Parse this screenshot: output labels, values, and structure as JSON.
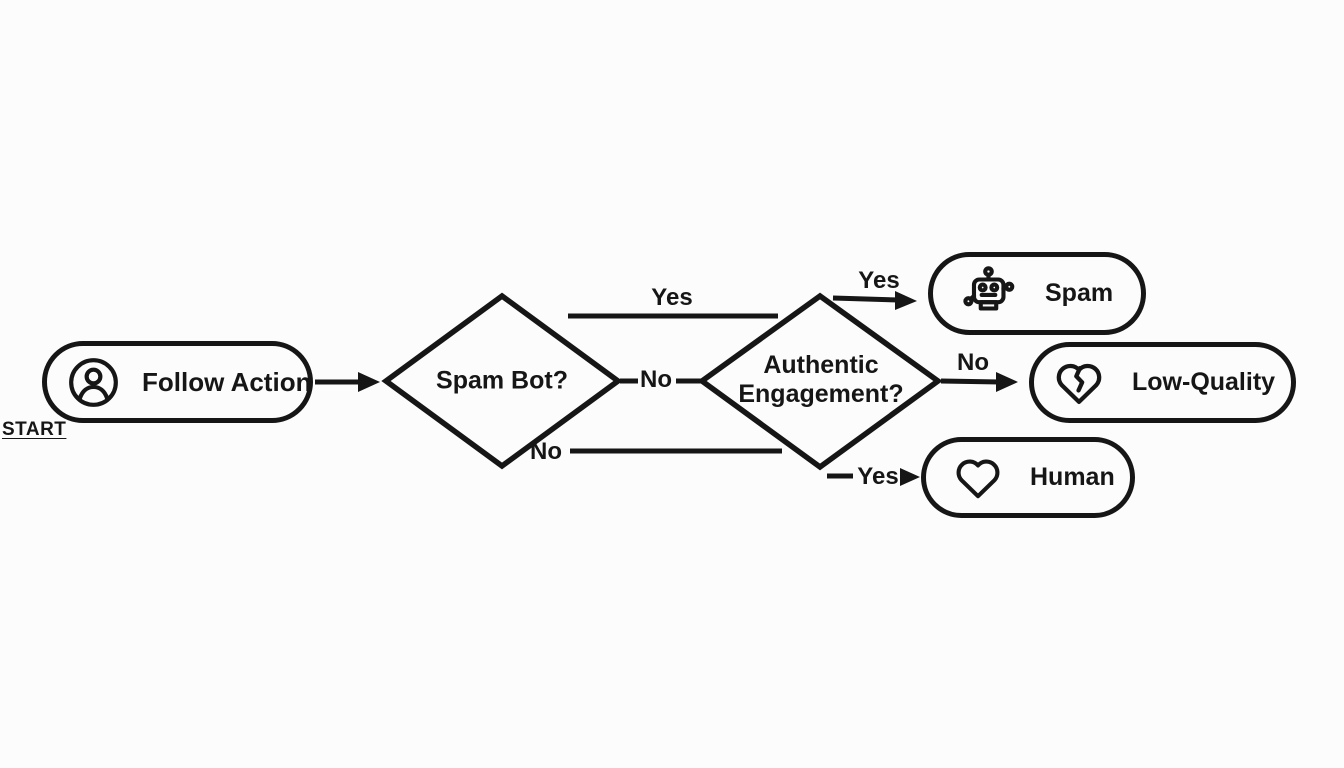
{
  "colors": {
    "background": "#fcfcfc",
    "ink": "#161616"
  },
  "start_label": "START",
  "nodes": {
    "follow_action": {
      "shape": "pill",
      "icon": "user-icon",
      "label": "Follow Action"
    },
    "spam_bot": {
      "shape": "diamond",
      "label": "Spam Bot?"
    },
    "authentic_engagement": {
      "shape": "diamond",
      "label": "Authentic Engagement?",
      "line1": "Authentic",
      "line2": "Engagement?"
    },
    "spam": {
      "shape": "pill",
      "icon": "robot-icon",
      "label": "Spam"
    },
    "low_quality": {
      "shape": "pill",
      "icon": "broken-heart-icon",
      "label": "Low-Quality"
    },
    "human": {
      "shape": "pill",
      "icon": "heart-icon",
      "label": "Human"
    }
  },
  "edge_labels": {
    "yes_top": "Yes",
    "no_middle": "No",
    "no_bottom": "No",
    "yes_to_spam": "Yes",
    "no_to_low_quality": "No",
    "yes_to_human": "Yes"
  }
}
